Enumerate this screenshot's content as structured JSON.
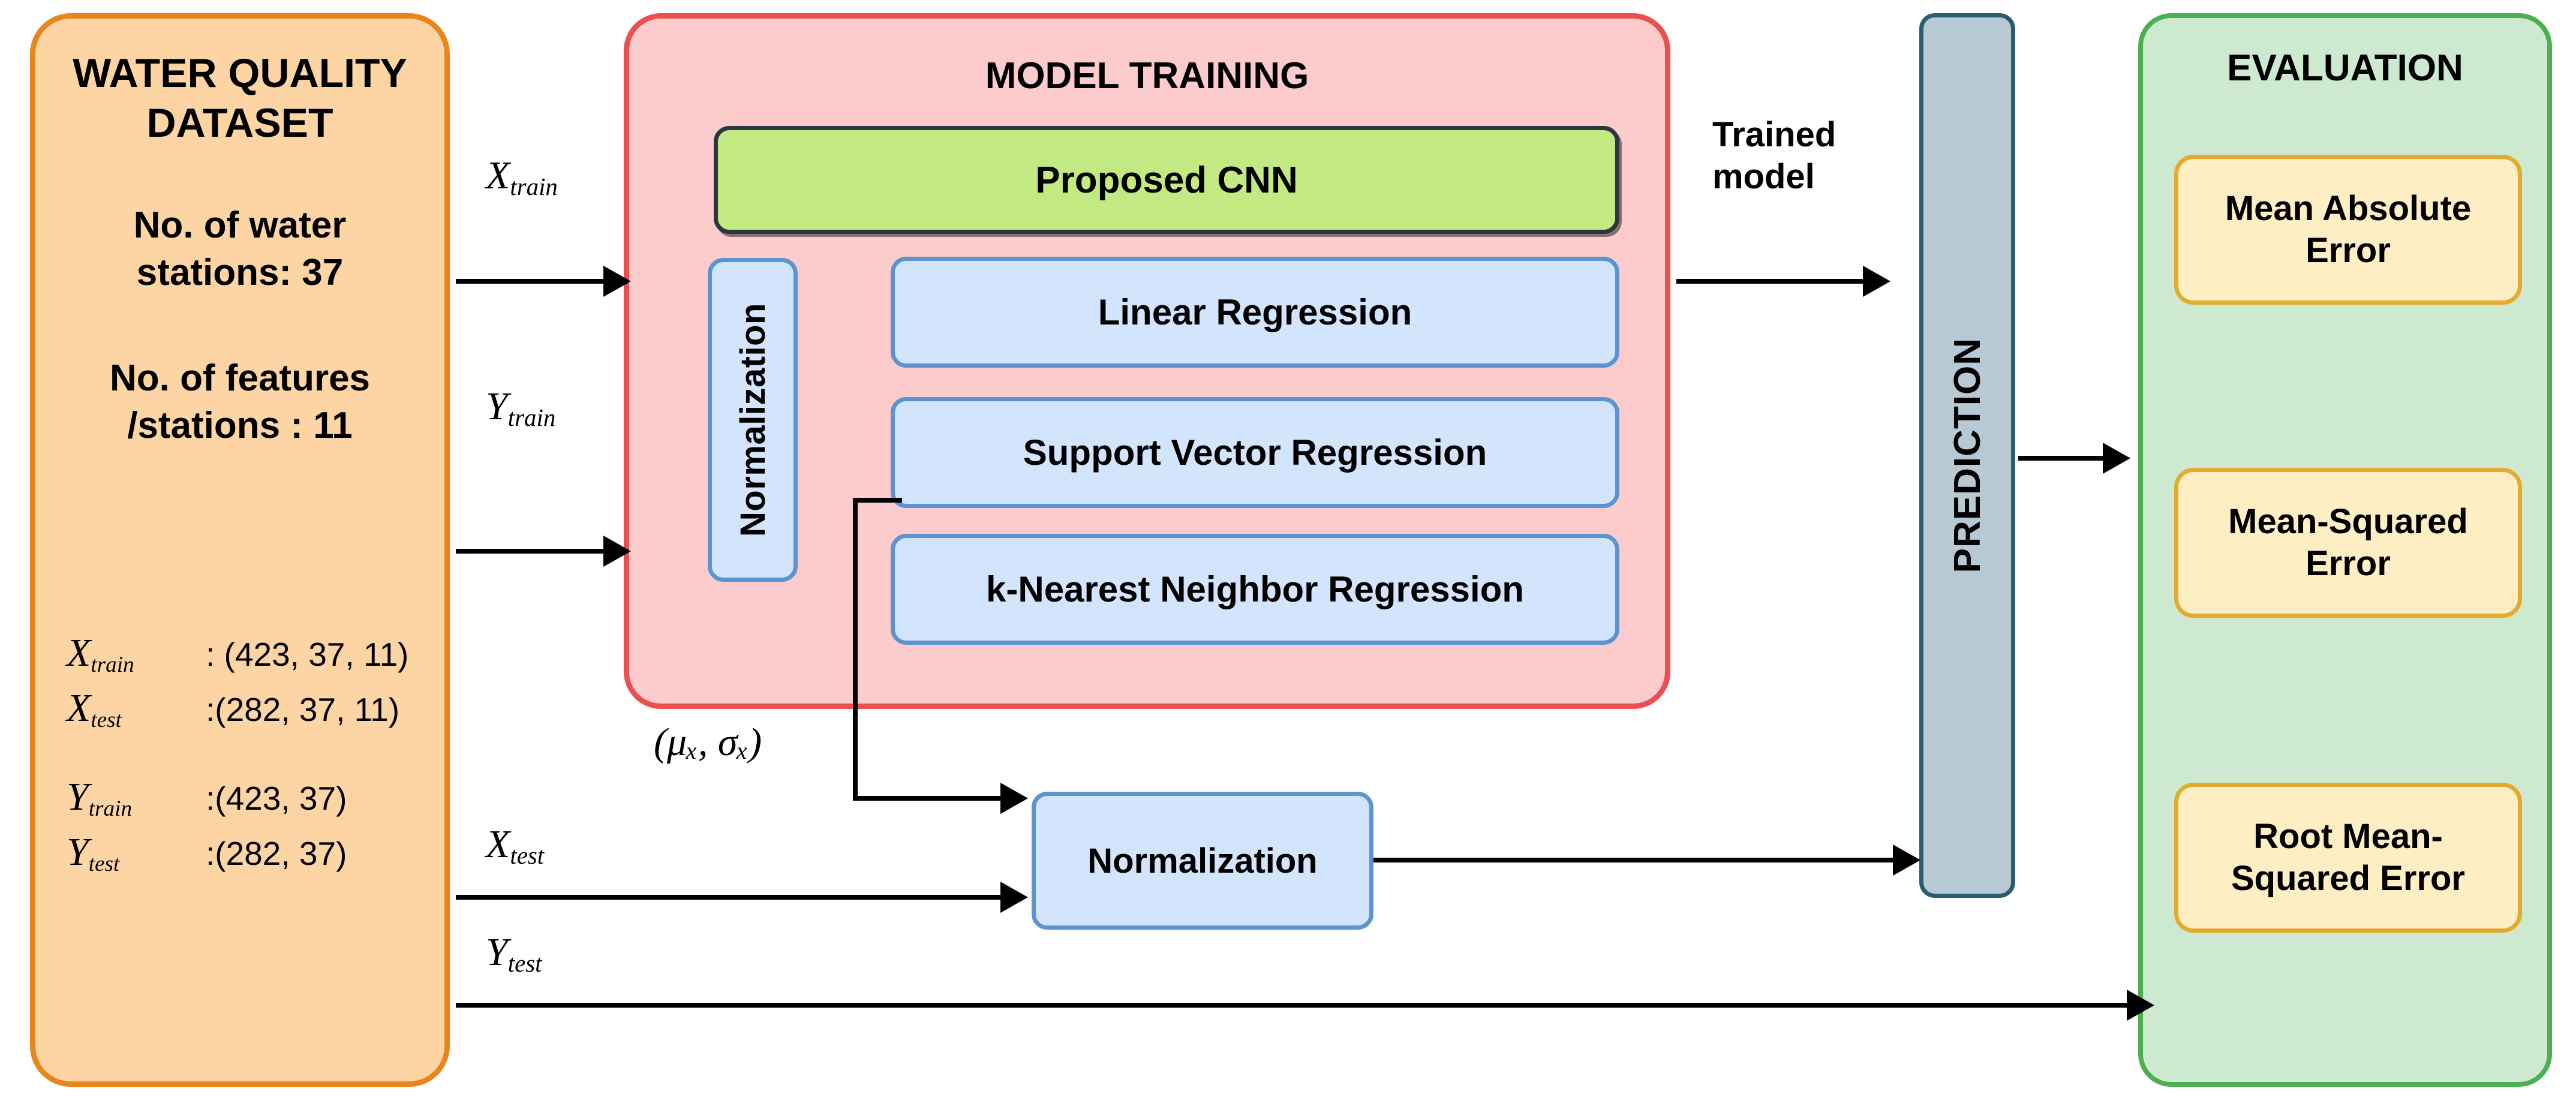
{
  "diagram": {
    "title": "Water quality prediction pipeline",
    "colors": {
      "dataset_fill": "#FDD5A5",
      "dataset_border": "#E8861B",
      "training_fill": "#FCCBCB",
      "training_border": "#EB4F4F",
      "cnn_fill": "#C2E982",
      "cnn_border": "#2E3440",
      "model_fill": "#D3E5FC",
      "model_border": "#5B94CF",
      "prediction_fill": "#B8C9D6",
      "prediction_border": "#2C5C72",
      "evaluation_fill": "#CDE9D0",
      "evaluation_border": "#4CAF50",
      "metric_fill": "#FDEEC4",
      "metric_border": "#E3AA2E"
    }
  },
  "dataset": {
    "title": "WATER QUALITY\nDATASET",
    "stat_stations": "No. of water\nstations: 37",
    "stat_features": "No. of features\n/stations : 11",
    "shapes": [
      {
        "symbol": "X",
        "subscript": "train",
        "value": ": (423, 37, 11)"
      },
      {
        "symbol": "X",
        "subscript": "test",
        "value": ":(282, 37, 11)"
      },
      {
        "symbol": "Y",
        "subscript": "train",
        "value": ":(423, 37)"
      },
      {
        "symbol": "Y",
        "subscript": "test",
        "value": ":(282, 37)"
      }
    ]
  },
  "training": {
    "title": "MODEL TRAINING",
    "cnn_label": "Proposed CNN",
    "normalization_label": "Normalization",
    "models": [
      "Linear Regression",
      "Support Vector Regression",
      "k-Nearest Neighbor Regression"
    ]
  },
  "prediction": {
    "label": "PREDICTION"
  },
  "evaluation": {
    "title": "EVALUATION",
    "metrics": [
      "Mean Absolute Error",
      "Mean-Squared Error",
      "Root Mean-Squared Error"
    ]
  },
  "bottom": {
    "normalization_label": "Normalization"
  },
  "edges": {
    "x_train": {
      "symbol": "X",
      "subscript": "train"
    },
    "y_train": {
      "symbol": "Y",
      "subscript": "train"
    },
    "x_test": {
      "symbol": "X",
      "subscript": "test"
    },
    "y_test": {
      "symbol": "Y",
      "subscript": "test"
    },
    "mu_sigma": "(μₓ, σₓ)",
    "trained_model": "Trained\nmodel"
  }
}
